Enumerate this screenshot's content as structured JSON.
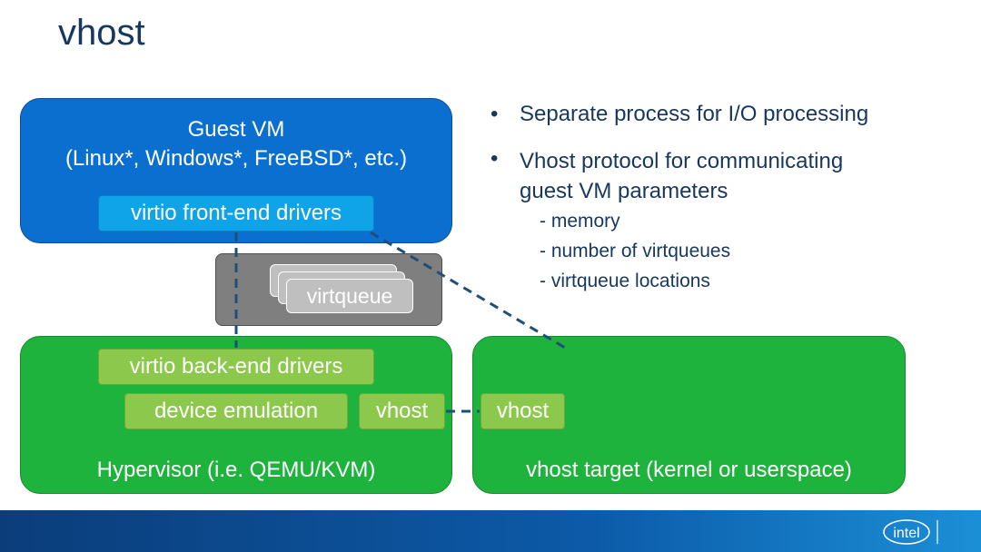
{
  "slide": {
    "title": "vhost"
  },
  "guest_vm": {
    "title": "Guest VM",
    "subtitle": "(Linux*, Windows*, FreeBSD*, etc.)",
    "front_end": "virtio front-end drivers"
  },
  "virtqueue": {
    "label": "virtqueue"
  },
  "hypervisor": {
    "back_end": "virtio back-end drivers",
    "device_emulation": "device emulation",
    "vhost": "vhost",
    "label": "Hypervisor (i.e. QEMU/KVM)"
  },
  "vhost_target": {
    "vhost": "vhost",
    "label": "vhost target (kernel or userspace)"
  },
  "bullets": {
    "b1": "Separate process for I/O processing",
    "b2_line1": "Vhost protocol for communicating",
    "b2_line2": "guest VM parameters",
    "subs": [
      "- memory",
      "- number of virtqueues",
      "- virtqueue locations"
    ]
  },
  "footer": {
    "logo": "intel"
  },
  "colors": {
    "guest_box": "#0a6fce",
    "front_end_chip": "#0fa3e8",
    "green_box": "#1db33d",
    "light_green_chip": "#8cc84b",
    "virtqueue_box": "#7f7f7f",
    "text_dark_blue": "#17375e",
    "connector": "#1f4e79"
  }
}
